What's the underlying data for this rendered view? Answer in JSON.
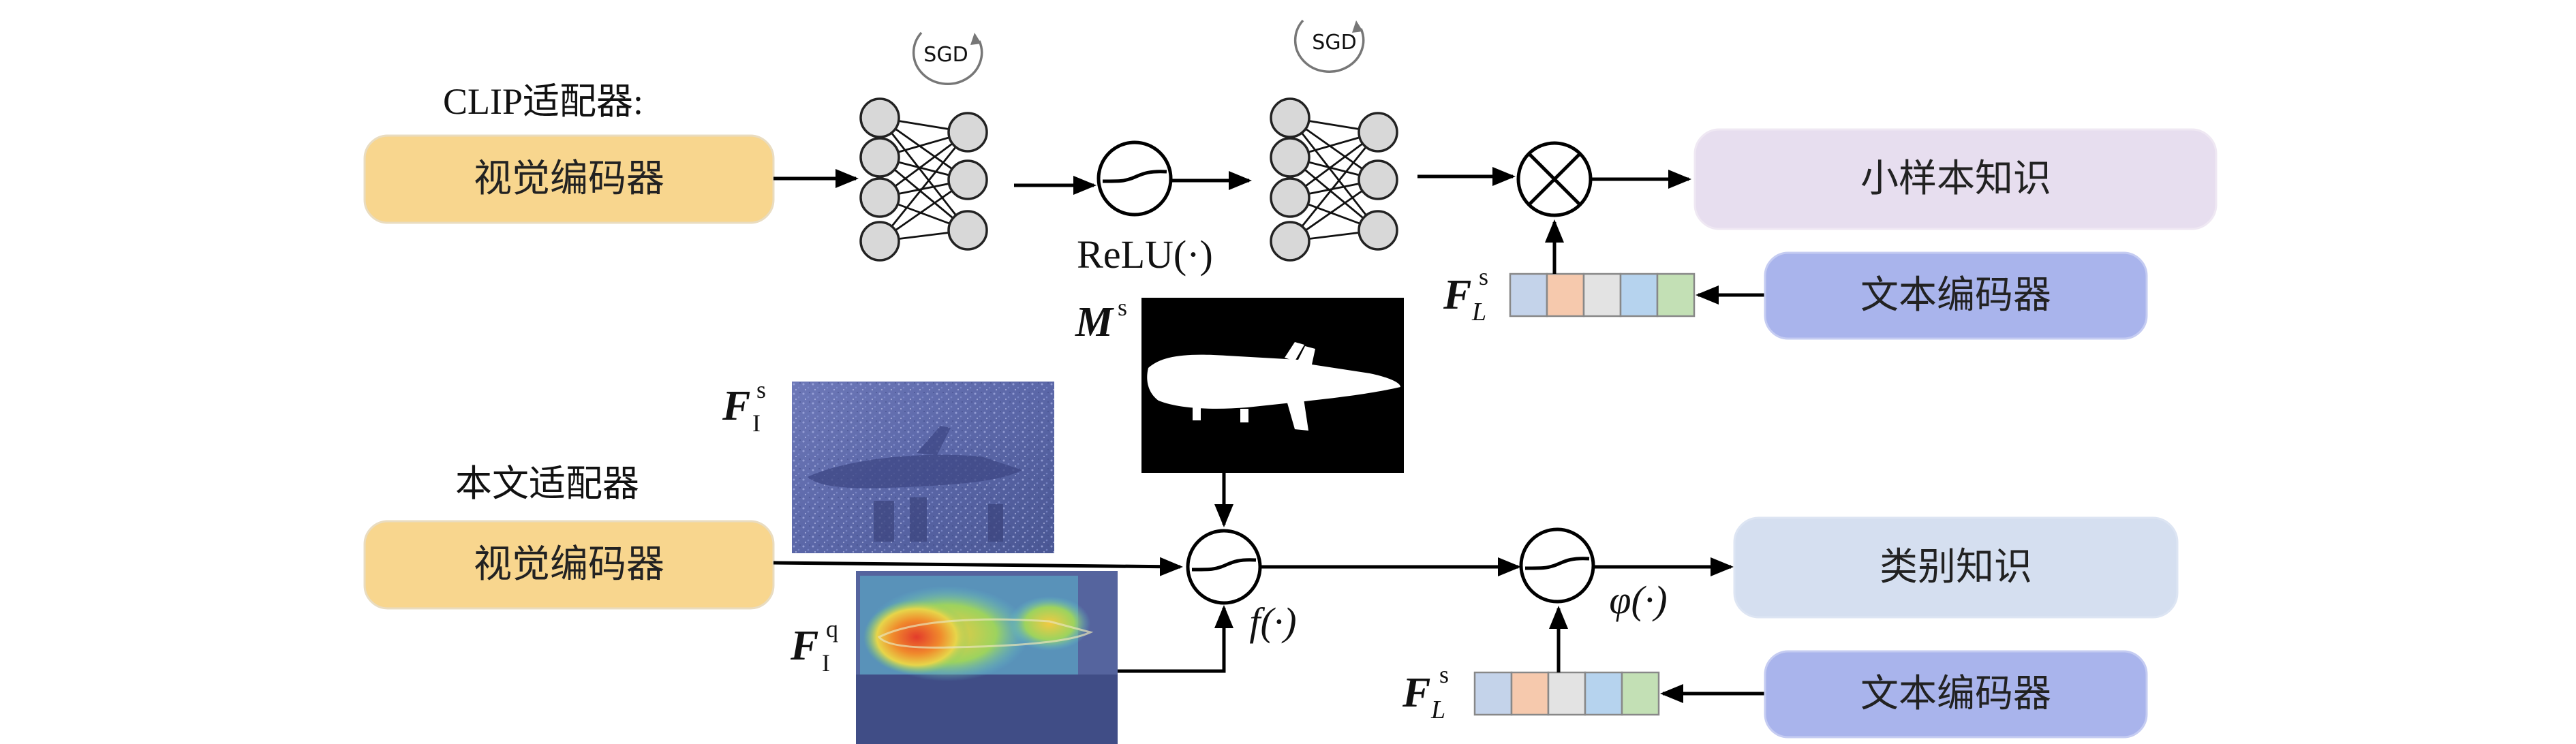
{
  "clip_adapter": {
    "title": "CLIP适配器:",
    "visual_encoder": "视觉编码器",
    "sgd_1": "SGD",
    "sgd_2": "SGD",
    "relu": "ReLU(·)",
    "few_shot_knowledge": "小样本知识",
    "text_encoder": "文本编码器",
    "feature_label_main": "F",
    "feature_label_sub": "L",
    "feature_label_sup": "s"
  },
  "text_adapter": {
    "title": "本文适配器",
    "visual_encoder": "视觉编码器",
    "mask_label_main": "M",
    "mask_label_sup": "s",
    "support_feat_main": "F",
    "support_feat_sub": "I",
    "support_feat_sup": "s",
    "query_feat_main": "F",
    "query_feat_sub": "I",
    "query_feat_sup": "q",
    "f_op": "f(·)",
    "phi_op": "φ(·)",
    "class_knowledge": "类别知识",
    "text_encoder": "文本编码器",
    "feature_label_main": "F",
    "feature_label_sub": "L",
    "feature_label_sup": "s"
  },
  "colors": {
    "visual_encoder": "#f8d68e",
    "few_shot_knowledge": "#e7deef",
    "text_encoder": "#a9b4ec",
    "class_knowledge": "#d5dff0",
    "feature_cells": [
      "#c4d3ea",
      "#f6c9ad",
      "#e3e3e3",
      "#b6d3ee",
      "#c3e0b5"
    ]
  }
}
